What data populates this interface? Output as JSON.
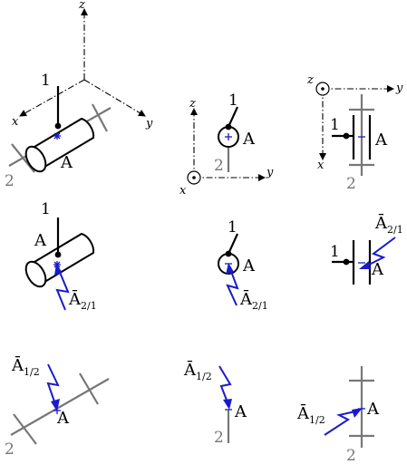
{
  "axes": {
    "x": "x",
    "y": "y",
    "z": "z"
  },
  "labels": {
    "node": "A",
    "member1": "1",
    "member2": "2",
    "force_21": "Ā2/1",
    "force_21_base": "Ā",
    "force_21_sub": "2/1",
    "force_12": "Ā1/2",
    "force_12_base": "Ā",
    "force_12_sub": "1/2"
  },
  "colors": {
    "force": "#1a1acc",
    "member1": "#000000",
    "member2": "#777777",
    "background": "#ffffff"
  },
  "layout_grid": {
    "rows": 3,
    "columns": 3,
    "views": [
      "isometric",
      "side view (y-z plane)",
      "top view (x-y plane)"
    ]
  }
}
